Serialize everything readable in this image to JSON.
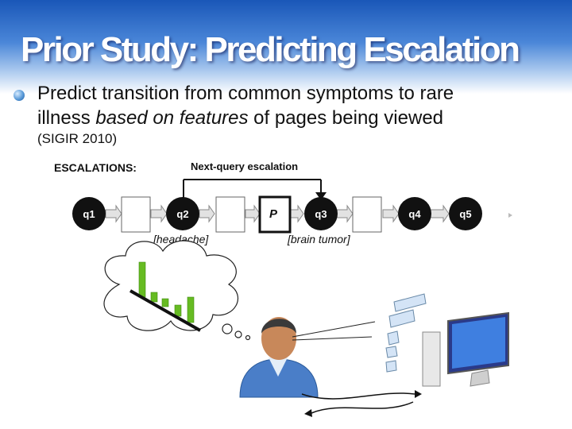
{
  "slide": {
    "title": "Prior Study: Predicting Escalation",
    "bullet_line1": "Predict transition from common symptoms to rare",
    "bullet_line2_pre": "illness ",
    "bullet_line2_em": "based on features",
    "bullet_line2_post": " of pages being viewed",
    "venue": "(SIGIR 2010)"
  },
  "diagram": {
    "escalations_label": "ESCALATIONS:",
    "next_query_label": "Next-query escalation",
    "nodes": [
      "q1",
      "q2",
      "q3",
      "q4",
      "q5"
    ],
    "page_label": "P",
    "q2_caption": "[headache]",
    "q3_caption": "[brain tumor]",
    "colors": {
      "node": "#111111",
      "bars": "#66bb22",
      "accent": "#1a57b8"
    }
  }
}
